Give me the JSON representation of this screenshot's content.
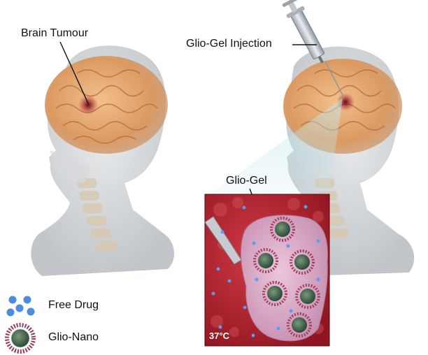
{
  "labels": {
    "brain_tumour": "Brain Tumour",
    "injection": "Glio-Gel Injection",
    "gel": "Glio-Gel",
    "temperature": "37°C"
  },
  "legend": {
    "items": [
      {
        "label": "Free Drug",
        "icon": "free-drug-icon"
      },
      {
        "label": "Glio-Nano",
        "icon": "glio-nano-icon"
      }
    ]
  },
  "colors": {
    "skin": "#c9cdd0",
    "brain": "#e0a070",
    "tumour": "#8a1020",
    "tissue": "#b01c28",
    "gel": "#d9a8c8",
    "drug": "#4a8ce0",
    "nano_core": "#3a5e4a"
  }
}
